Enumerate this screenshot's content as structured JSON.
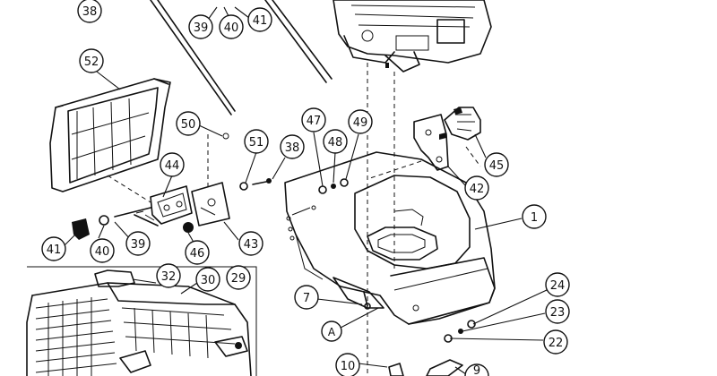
{
  "callouts": {
    "c38a": "38",
    "c39a": "39",
    "c40a": "40",
    "c41a": "41",
    "c52": "52",
    "c50": "50",
    "c51": "51",
    "c38b": "38",
    "c47": "47",
    "c48": "48",
    "c49": "49",
    "c44": "44",
    "c45": "45",
    "c42": "42",
    "c1": "1",
    "c41b": "41",
    "c40b": "40",
    "c39b": "39",
    "c46": "46",
    "c43": "43",
    "c32": "32",
    "c30": "30",
    "c29": "29",
    "c7": "7",
    "c24": "24",
    "c23": "23",
    "c22": "22",
    "cA": "A",
    "c10": "10",
    "c9": "9"
  }
}
